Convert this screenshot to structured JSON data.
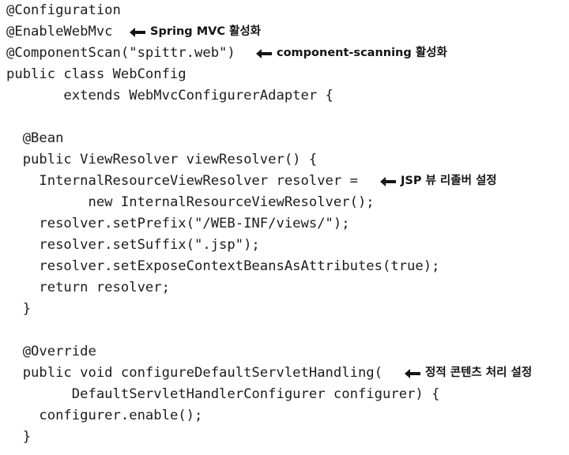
{
  "code": {
    "lines": [
      "@Configuration",
      "@EnableWebMvc",
      "@ComponentScan(\"spittr.web\")",
      "public class WebConfig",
      "       extends WebMvcConfigurerAdapter {",
      "",
      "  @Bean",
      "  public ViewResolver viewResolver() {",
      "    InternalResourceViewResolver resolver =",
      "          new InternalResourceViewResolver();",
      "    resolver.setPrefix(\"/WEB-INF/views/\");",
      "    resolver.setSuffix(\".jsp\");",
      "    resolver.setExposeContextBeansAsAttributes(true);",
      "    return resolver;",
      "  }",
      "",
      "  @Override",
      "  public void configureDefaultServletHandling(",
      "        DefaultServletHandlerConfigurer configurer) {",
      "    configurer.enable();",
      "  }"
    ]
  },
  "annotations": [
    {
      "line": 1,
      "text": "Spring MVC 활성화",
      "icon": "left-arrow-icon"
    },
    {
      "line": 2,
      "text": "component-scanning 활성화",
      "icon": "left-arrow-icon"
    },
    {
      "line": 8,
      "text": "JSP 뷰 리졸버 설정",
      "icon": "left-arrow-icon"
    },
    {
      "line": 17,
      "text": "정적 콘텐츠 처리 설정",
      "icon": "left-arrow-icon"
    }
  ]
}
